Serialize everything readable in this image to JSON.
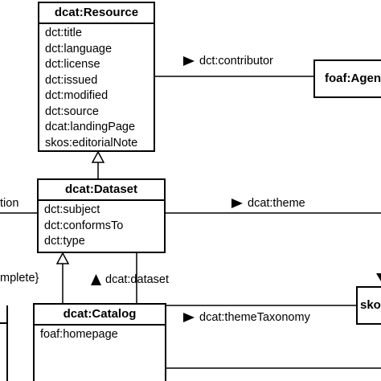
{
  "resource": {
    "title": "dcat:Resource",
    "attributes": [
      "dct:title",
      "dct:language",
      "dct:license",
      "dct:issued",
      "dct:modified",
      "dct:source",
      "dcat:landingPage",
      "skos:editorialNote"
    ]
  },
  "dataset": {
    "title": "dcat:Dataset",
    "attributes": [
      "dct:subject",
      "dct:conformsTo",
      "dct:type"
    ]
  },
  "catalog": {
    "title": "dcat:Catalog",
    "attributes": [
      "foaf:homepage"
    ]
  },
  "agent": {
    "title": "foaf:Agen"
  },
  "skos_box": {
    "title": "sko"
  },
  "relations": {
    "contributor": "dct:contributor",
    "theme": "dcat:theme",
    "dataset": "dcat:dataset",
    "theme_taxonomy": "dcat:themeTaxonomy"
  },
  "partial_labels": {
    "left_relation": "tion",
    "complete": "mplete}"
  }
}
